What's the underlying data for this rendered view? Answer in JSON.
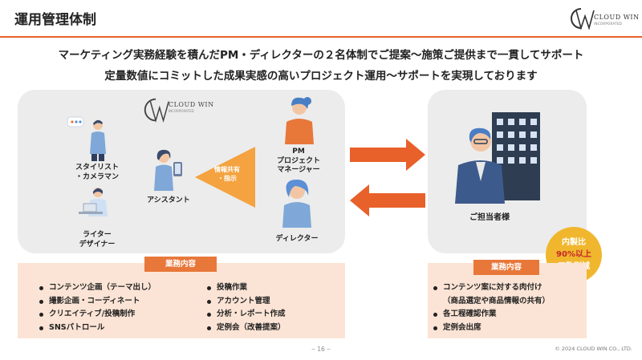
{
  "header": {
    "title": "運用管理体制",
    "logo_text": "CLOUD WIN",
    "logo_sub": "INCORPORATED",
    "accent_color": "#e8602a"
  },
  "headline": {
    "line1": "マーケティング実務経験を積んだPM・ディレクターの２名体制でご提案〜施策ご提供まで一貫してサポート",
    "line2": "定量数値にコミットした成果実感の高いプロジェクト運用〜サポートを実現しております"
  },
  "team": {
    "logo_text": "CLOUD WIN",
    "logo_sub": "INCORPORATED",
    "stylist": "スタイリスト\n・カメラマン",
    "writer": "ライター\nデザイナー",
    "assistant": "アシスタント",
    "pm": "PM\nプロジェクト\nマネージャー",
    "director": "ディレクター",
    "info_share": "情報共有\n・指示"
  },
  "client": {
    "label": "ご担当者様"
  },
  "badge": {
    "line1": "内製比",
    "line2": "90%以上",
    "line3": "工数削減"
  },
  "left_tasks": {
    "title": "業務内容",
    "col1": [
      "コンテンツ企画（テーマ出し）",
      "撮影企画・コーディネート",
      "クリエイティブ/投稿制作",
      "SNSパトロール"
    ],
    "col2": [
      "投稿作業",
      "アカウント管理",
      "分析・レポート作成",
      "定例会（改善提案）"
    ]
  },
  "right_tasks": {
    "title": "業務内容",
    "item1": "コンテンツ案に対する肉付け",
    "item1_cont": "（商品選定や商品情報の共有）",
    "item2": "各工程確認作業",
    "item3": "定例会出席"
  },
  "footer": {
    "page": "‒ 16 ‒",
    "copyright": "© 2024 CLOUD WIN CO., LTD."
  }
}
